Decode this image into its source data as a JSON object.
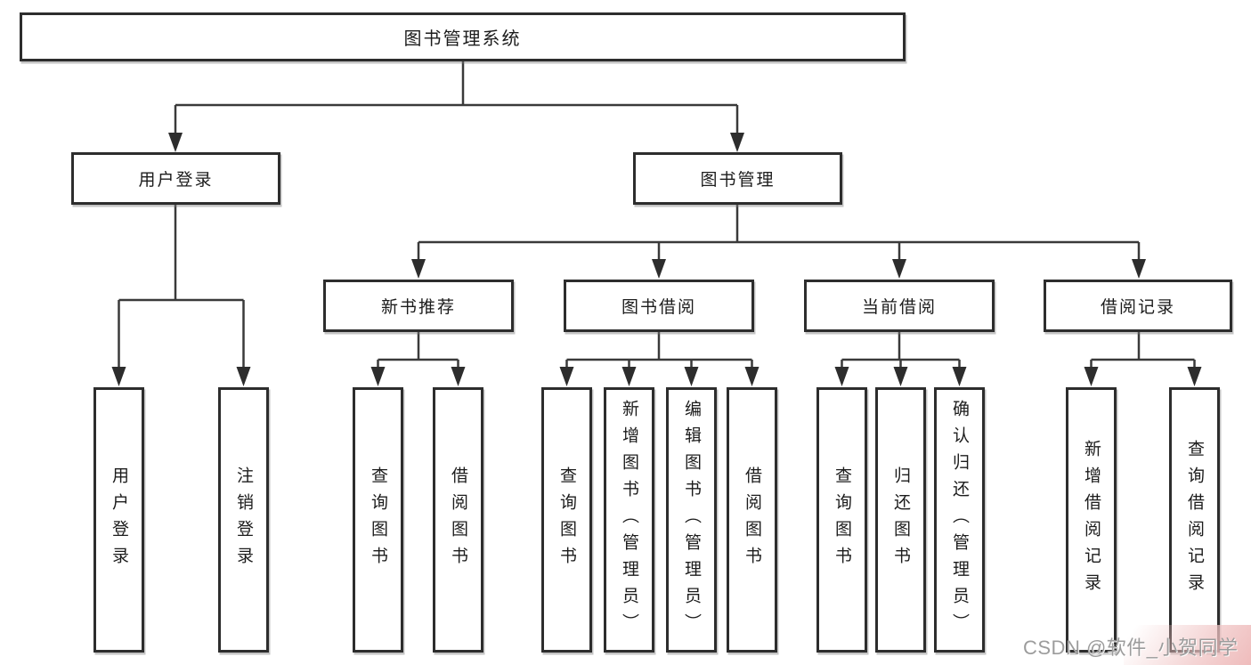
{
  "diagram": {
    "root": {
      "label": "图书管理系统"
    },
    "level2": {
      "user_login": {
        "label": "用户登录"
      },
      "book_management": {
        "label": "图书管理"
      }
    },
    "level3": {
      "new_book_recommend": {
        "label": "新书推荐"
      },
      "book_borrowing": {
        "label": "图书借阅"
      },
      "current_borrowing": {
        "label": "当前借阅"
      },
      "borrowing_records": {
        "label": "借阅记录"
      }
    },
    "leaves": {
      "user_login": {
        "label": "用户登录"
      },
      "logout_login": {
        "label": "注销登录"
      },
      "recommend_query_books": {
        "label": "查询图书"
      },
      "recommend_borrow_books": {
        "label": "借阅图书"
      },
      "borrowing_query_books": {
        "label": "查询图书"
      },
      "borrowing_add_books": {
        "label": "新增图书（管理员）"
      },
      "borrowing_edit_books": {
        "label": "编辑图书（管理员）"
      },
      "borrowing_borrow_books": {
        "label": "借阅图书"
      },
      "current_query_books": {
        "label": "查询图书"
      },
      "current_return_books": {
        "label": "归还图书"
      },
      "current_confirm_return": {
        "label": "确认归还（管理员）"
      },
      "records_add_record": {
        "label": "新增借阅记录"
      },
      "records_query_record": {
        "label": "查询借阅记录"
      }
    },
    "watermark": {
      "label": "CSDN @软件_小贺同学"
    },
    "colors": {
      "line": "#3a3a3a",
      "border": "#2d2d2d",
      "text": "#1c1c1c",
      "watermark_text": "#9c9c9c",
      "corner_tint": "#eec0c0",
      "background": "#ffffff"
    }
  }
}
